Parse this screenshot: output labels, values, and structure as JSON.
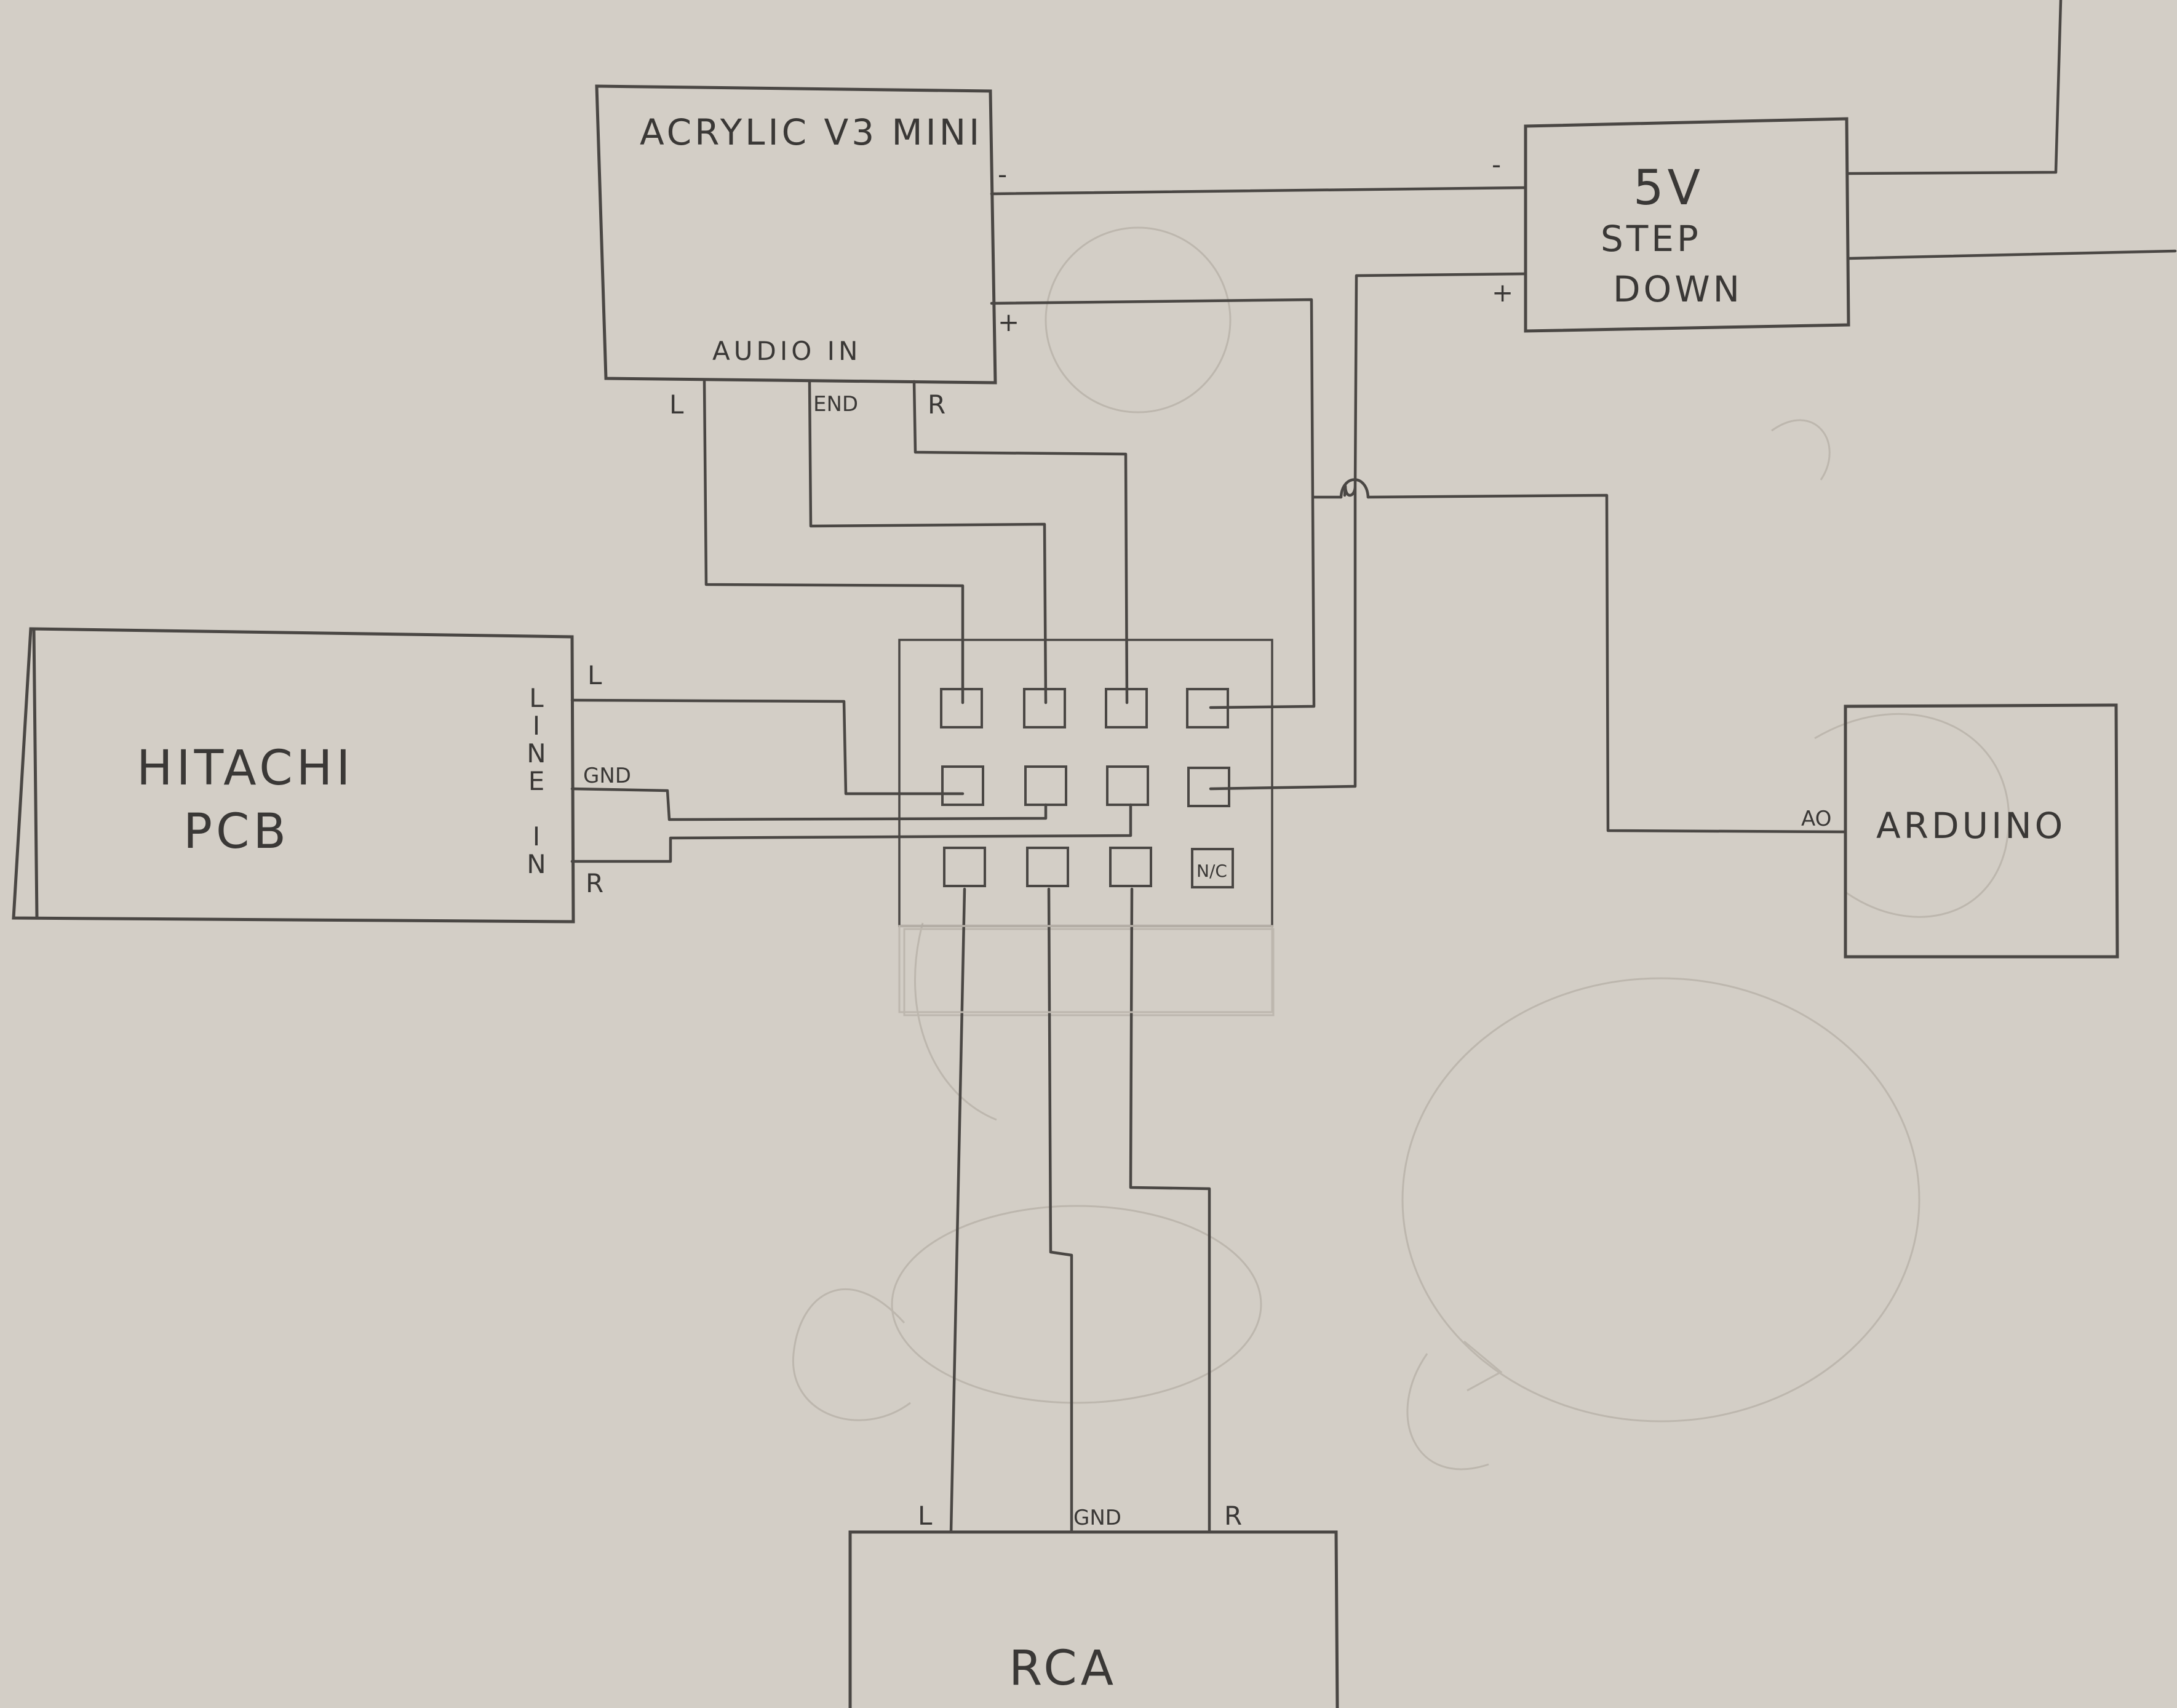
{
  "blocks": {
    "acrylic": {
      "title": "ACRYLIC V3 MINI",
      "audio_label": "AUDIO IN",
      "pin_l": "L",
      "pin_gnd": "END",
      "pin_r": "R",
      "pin_minus": "-",
      "pin_plus": "+"
    },
    "stepdown": {
      "line1": "5V",
      "line2": "STEP",
      "line3": "DOWN",
      "pin_top": "-",
      "pin_plus": "+"
    },
    "hitachi": {
      "line1": "HITACHI",
      "line2": "PCB",
      "side_label": "LINE IN",
      "pin_l": "L",
      "pin_gnd": "GND",
      "pin_r": "R"
    },
    "arduino": {
      "title": "ARDUINO",
      "pin": "AO"
    },
    "rca": {
      "title": "RCA",
      "pin_l": "L",
      "pin_gnd": "GND",
      "pin_r": "R"
    },
    "switch": {
      "nc_label": "N/C"
    }
  },
  "colors": {
    "paper": "#d3cec6",
    "ink": "#4a4744",
    "ghost": "#bdb7ae"
  }
}
